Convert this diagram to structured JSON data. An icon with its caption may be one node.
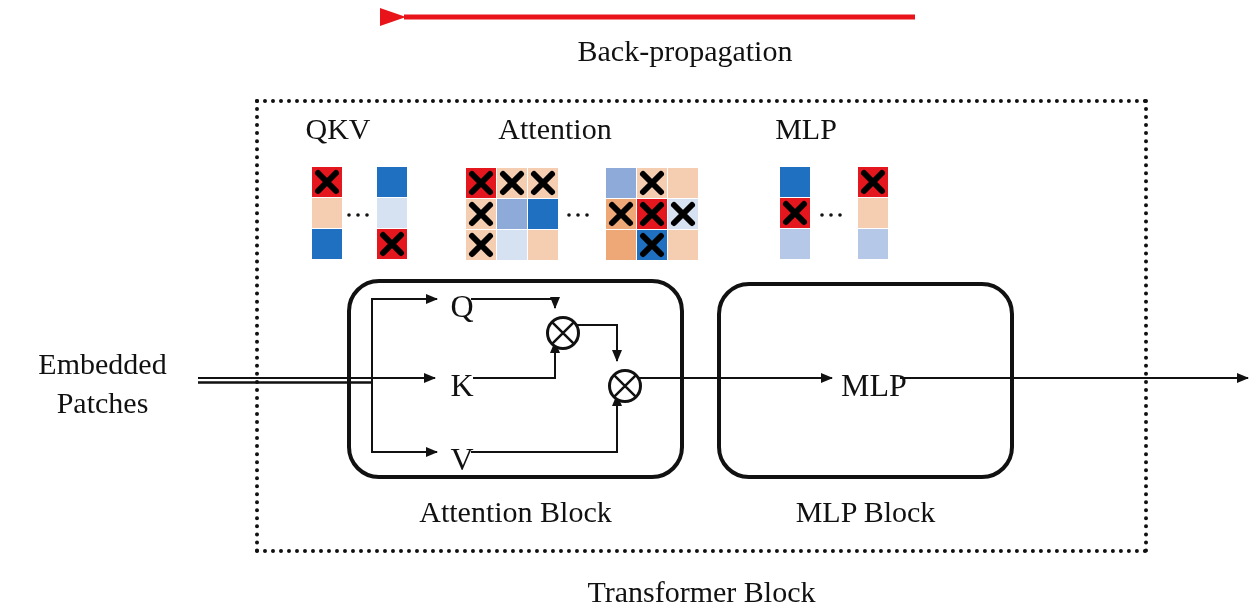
{
  "diagram": {
    "nodes": [
      {
        "text": [
          "Transformer Block"
        ]
      },
      {
        "text": [
          "Attention Block"
        ],
        "in": 0
      },
      {
        "text": [
          "Q"
        ],
        "in": 1
      },
      {
        "text": [
          "K"
        ],
        "in": 1
      },
      {
        "text": [
          "V"
        ],
        "in": 1
      },
      {
        "text": [],
        "shape": "circle",
        "in": 1
      },
      {
        "text": [],
        "shape": "circle",
        "in": 1
      },
      {
        "text": [
          "MLP Block"
        ],
        "in": 0
      },
      {
        "text": [
          "MLP"
        ],
        "in": 7
      },
      {
        "text": [
          "Embedded Patches"
        ]
      }
    ],
    "edges": [
      {
        "from": 9,
        "to": 2,
        "arrow": "to"
      },
      {
        "from": 9,
        "to": 3,
        "arrow": "to"
      },
      {
        "from": 9,
        "to": 4,
        "arrow": "to"
      },
      {
        "from": 2,
        "to": 5,
        "arrow": "to"
      },
      {
        "from": 3,
        "to": 5,
        "arrow": "to"
      },
      {
        "from": 5,
        "to": 6,
        "arrow": "to"
      },
      {
        "from": 4,
        "to": 6,
        "arrow": "to"
      },
      {
        "from": 6,
        "to": 8,
        "arrow": "to"
      },
      {
        "from": 8,
        "to": null,
        "arrow": "to"
      }
    ],
    "labels": [
      "Back-propagation",
      "QKV",
      "Attention",
      "MLP"
    ]
  }
}
